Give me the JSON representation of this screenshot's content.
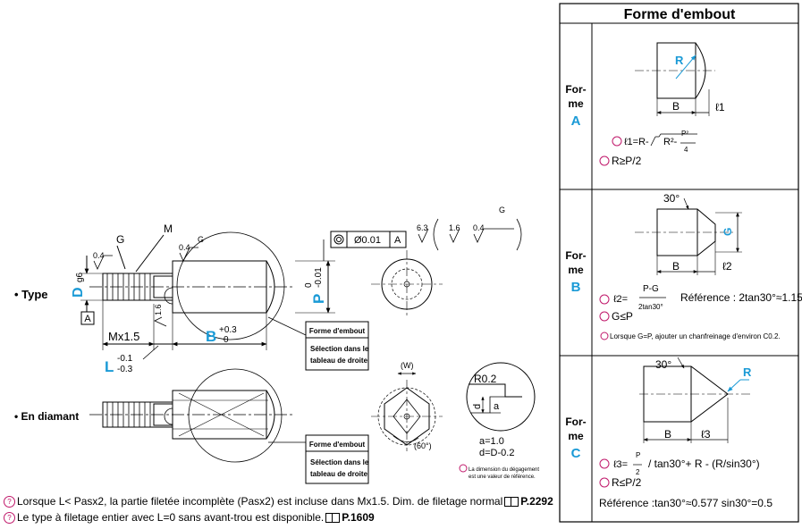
{
  "table": {
    "title": "Forme d'embout",
    "row_a": {
      "label_1": "For-",
      "label_2": "me",
      "letter": "A",
      "dim_R": "R",
      "dim_B": "B",
      "dim_l": "ℓ1",
      "formula_lhs": "ℓ1=R-",
      "formula_root": "R²-",
      "formula_num": "P²",
      "formula_den": "4",
      "cond": "R≥P/2"
    },
    "row_b": {
      "label_1": "For-",
      "label_2": "me",
      "letter": "B",
      "angle": "30°",
      "dim_G": "G",
      "dim_B": "B",
      "dim_l": "ℓ2",
      "formula_lhs": "ℓ2=",
      "formula_num": "P-G",
      "formula_den": "2tan30°",
      "reference": "Référence : 2tan30°≈1.15",
      "cond": "G≤P",
      "note": "Lorsque G=P, ajouter un chanfreinage d'environ C0.2."
    },
    "row_c": {
      "label_1": "For-",
      "label_2": "me",
      "letter": "C",
      "angle": "30°",
      "dim_R": "R",
      "dim_B": "B",
      "dim_l": "ℓ3",
      "formula_lhs": "ℓ3=",
      "formula_num": "P",
      "formula_den": "2",
      "formula_rest": "/ tan30°+ R - (R/sin30°)",
      "cond": "R≤P/2",
      "reference": "Référence :tan30°≈0.577   sin30°=0.5"
    }
  },
  "type_view": {
    "label": "• Type",
    "dim_D": "D",
    "dim_D_tol": "g6",
    "datum": "A",
    "dim_G": "G",
    "dim_M": "M",
    "rough_1": "0.4",
    "rough_2": "0.4",
    "rough_2_sup": "G",
    "dim_Mx": "Mx1.5",
    "dim_L": "L",
    "dim_L_upper": "-0.1",
    "dim_L_lower": "-0.3",
    "dim_B": "B",
    "dim_B_upper": "+0.3",
    "dim_B_lower": "0",
    "dim_P": "P",
    "dim_P_upper": "0",
    "dim_P_lower": "-0.01",
    "rough_side": "1.6",
    "gdt_value": "Ø0.01",
    "gdt_datum": "A",
    "finish_1": "6.3",
    "finish_2": "1.6",
    "finish_3": "0.4",
    "finish_3_sup": "G",
    "callout_title": "Forme d'embout",
    "callout_body_1": "Sélection dans le",
    "callout_body_2": "tableau de droite"
  },
  "diamond_view": {
    "label": "• En diamant",
    "dim_W": "(W)",
    "angle": "(60°)",
    "callout_title": "Forme d'embout",
    "callout_body_1": "Sélection dans le",
    "callout_body_2": "tableau de droite"
  },
  "relief_detail": {
    "radius": "R0.2",
    "dim_d": "d",
    "dim_a": "a",
    "value_a": "a=1.0",
    "value_d": "d=D-0.2",
    "note_1": "La dimension du dégagement",
    "note_2": "est une valeur de référence."
  },
  "footnotes": {
    "line1_text": "Lorsque L< Pasx2, la partie filetée incomplète (Pasx2) est incluse dans Mx1.5. Dim. de filetage normal",
    "line1_ref": "P.2292",
    "line2_text": "Le type à filetage entier avec L=0 sans avant-trou est disponible.",
    "line2_ref": "P.1609"
  }
}
